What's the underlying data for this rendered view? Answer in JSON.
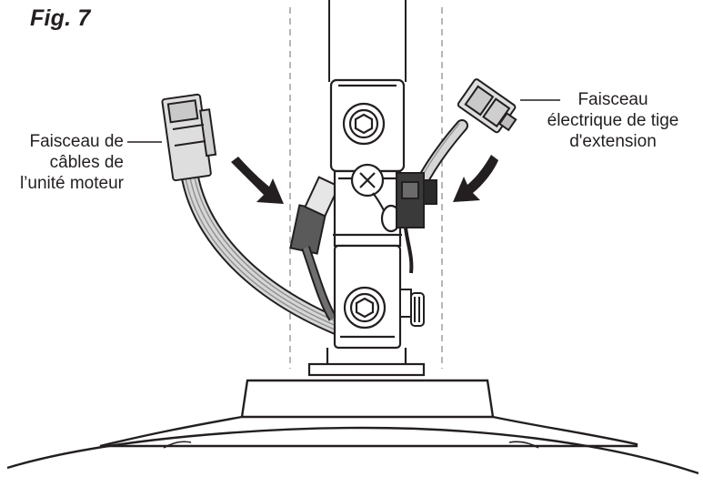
{
  "figure": {
    "title": "Fig. 7"
  },
  "callouts": {
    "motor_harness": {
      "lines": [
        "Faisceau de",
        "câbles de",
        "l’unité moteur"
      ]
    },
    "extension_harness": {
      "lines": [
        "Faisceau",
        "électrique de tige",
        "d'extension"
      ]
    }
  },
  "colors": {
    "ink": "#231f20",
    "guide_line": "#9b9b9b",
    "connector_fill": "#d9d9d9",
    "wire_light": "#c8c8c8",
    "dark_connector": "#333333"
  }
}
